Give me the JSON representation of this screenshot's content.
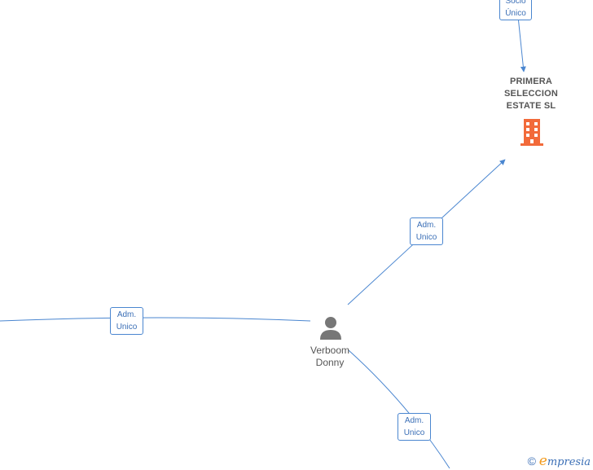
{
  "nodes": {
    "company": {
      "name_lines": [
        "PRIMERA",
        "SELECCION",
        "ESTATE  SL"
      ],
      "icon": "building-icon",
      "color": "#f26a3a"
    },
    "person": {
      "name_lines": [
        "Verboom",
        "Donny"
      ],
      "icon": "person-icon",
      "color": "#777777"
    }
  },
  "edges": {
    "top": {
      "label_lines": [
        "Socio",
        "Único"
      ]
    },
    "upper_right": {
      "label_lines": [
        "Adm.",
        "Unico"
      ]
    },
    "left": {
      "label_lines": [
        "Adm.",
        "Unico"
      ]
    },
    "lower_right": {
      "label_lines": [
        "Adm.",
        "Unico"
      ]
    }
  },
  "colors": {
    "edge": "#4a86d0",
    "label_text": "#3b6fb6",
    "node_text": "#555555"
  },
  "footer": {
    "copyright_symbol": "©",
    "brand_initial": "e",
    "brand_rest": "mpresia"
  }
}
